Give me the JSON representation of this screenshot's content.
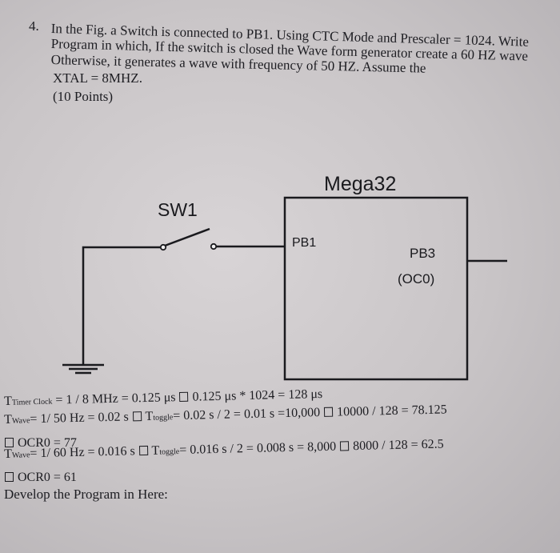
{
  "question": {
    "number": "4.",
    "lines": [
      "In the Fig. a Switch is connected to PB1. Using CTC Mode and Prescaler = 1024. Write",
      "Program in which, If the switch is closed the Wave form generator create a 60 HZ wave",
      "Otherwise, it generates a wave with frequency of 50 HZ. Assume the",
      "XTAL = 8MHZ.",
      "(10 Points)"
    ]
  },
  "diagram": {
    "chip_label": "Mega32",
    "switch_label": "SW1",
    "pin_pb1": "PB1",
    "pin_pb3": "PB3",
    "pin_oc0": "(OC0)"
  },
  "solution": {
    "line1": {
      "t": "T",
      "sub": "Timer Clock",
      "rest1": " = 1 / 8 MHz = 0.125 μs ",
      "rest2": " 0.125 μs * 1024 = 128 μs"
    },
    "line2": {
      "t": "T",
      "sub": "Wave",
      "rest1": "= 1/ 50 Hz = 0.02 s ",
      "t2": " T",
      "sub2": "toggle",
      "rest2": "= 0.02 s / 2 = 0.01 s =10,000 ",
      "rest3": " 10000 / 128 = 78.125"
    },
    "line3": "OCR0 = 77",
    "line4": {
      "t": "T",
      "sub": "Wave",
      "rest1": "= 1/ 60 Hz = 0.016 s ",
      "t2": " T",
      "sub2": "toggle",
      "rest2": "= 0.016 s / 2 = 0.008 s = 8,000 ",
      "rest3": " 8000 / 128 = 62.5"
    },
    "line5": "OCR0 = 61",
    "line6": "Develop the Program in Here:"
  }
}
